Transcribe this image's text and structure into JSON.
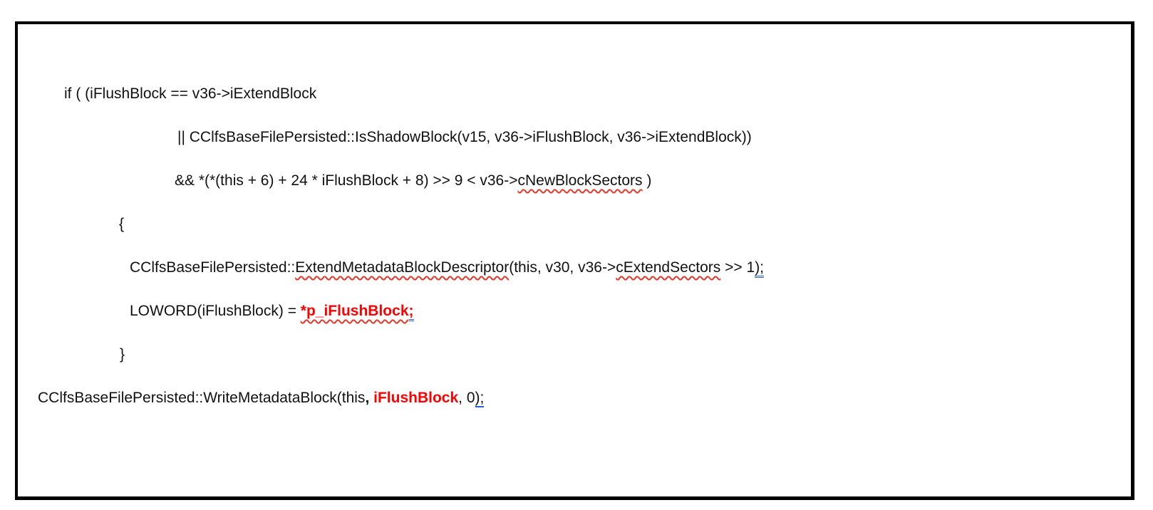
{
  "frame": {
    "border_color": "#000000",
    "background": "#ffffff"
  },
  "colors": {
    "text": "#111111",
    "highlight_red": "#ff0000",
    "spellcheck_squiggle_red": "#e5382b",
    "grammar_underline_blue": "#2b5fd9"
  },
  "code": {
    "language": "cpp-decompiled-pseudocode",
    "lines": [
      {
        "segments": [
          {
            "text": "if ( (iFlushBlock == v36->iExtendBlock",
            "style": "plain"
          }
        ]
      },
      {
        "segments": [
          {
            "text": "|| CClfsBaseFilePersisted::IsShadowBlock(v15, v36->iFlushBlock, v36->iExtendBlock))",
            "style": "plain"
          }
        ]
      },
      {
        "segments": [
          {
            "text": "&& *(*(this + 6) + 24 * iFlushBlock + 8) >> 9 < v36->",
            "style": "plain"
          },
          {
            "text": "cNewBlockSectors",
            "style": "spell"
          },
          {
            "text": " )",
            "style": "plain"
          }
        ]
      },
      {
        "segments": [
          {
            "text": "{",
            "style": "plain"
          }
        ]
      },
      {
        "segments": [
          {
            "text": "CClfsBaseFilePersisted::",
            "style": "plain"
          },
          {
            "text": "ExtendMetadataBlockDescriptor",
            "style": "spell"
          },
          {
            "text": "(this, v30, v36->",
            "style": "plain"
          },
          {
            "text": "cExtendSectors",
            "style": "spell"
          },
          {
            "text": " >> 1",
            "style": "plain"
          },
          {
            "text": ");",
            "style": "grammar-double"
          }
        ]
      },
      {
        "segments": [
          {
            "text": "LOWORD(iFlushBlock) = ",
            "style": "plain"
          },
          {
            "text": "*p_iFlushBlock",
            "style": "red-spell"
          },
          {
            "text": ";",
            "style": "red-grammar"
          }
        ]
      },
      {
        "segments": [
          {
            "text": "}",
            "style": "plain"
          }
        ]
      },
      {
        "segments": [
          {
            "text": "CClfsBaseFilePersisted::WriteMetadataBlock(this",
            "style": "plain"
          },
          {
            "text": ",",
            "style": "bold"
          },
          {
            "text": " ",
            "style": "plain"
          },
          {
            "text": "iFlushBlock",
            "style": "red"
          },
          {
            "text": ", 0",
            "style": "plain"
          },
          {
            "text": ");",
            "style": "grammar-single"
          }
        ]
      }
    ]
  }
}
